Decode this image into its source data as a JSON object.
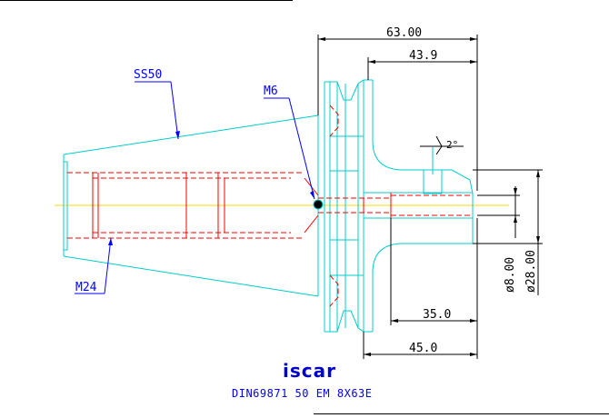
{
  "dimensions": {
    "overall_length": "63.00",
    "flange_to_end": "43.9",
    "body_length": "35.0",
    "bore_length": "45.0",
    "bore_diameter": "ø8.00",
    "body_diameter": "ø28.00",
    "taper_angle": "2°"
  },
  "labels": {
    "taper": "SS50",
    "thread_small": "M6",
    "thread_large": "M24"
  },
  "brand": {
    "logo": "iscar"
  },
  "caption": "DIN69871 50 EM 8X63E",
  "colors": {
    "outline": "#00cccc",
    "hidden": "#ff0000",
    "dimension": "#000000",
    "annotation": "#0000ff",
    "centerline": "#ffd800"
  }
}
